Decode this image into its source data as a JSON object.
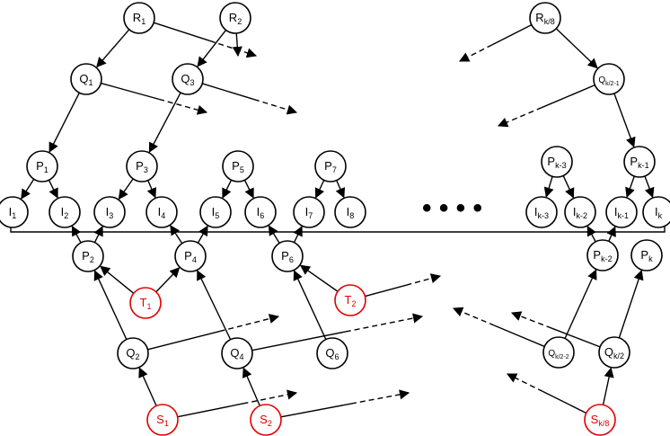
{
  "colors": {
    "stroke": "#000000",
    "accent": "#e00000",
    "background": "#ffffff"
  },
  "ellipsis": "• • • •",
  "nodes": {
    "R1": {
      "base": "R",
      "sub": "1"
    },
    "R2": {
      "base": "R",
      "sub": "2"
    },
    "Rk8": {
      "base": "R",
      "sub": "k/8"
    },
    "Q1": {
      "base": "Q",
      "sub": "1"
    },
    "Q3": {
      "base": "Q",
      "sub": "3"
    },
    "Qk21": {
      "base": "Q",
      "sub": "k/2-1"
    },
    "P1": {
      "base": "P",
      "sub": "1"
    },
    "P3": {
      "base": "P",
      "sub": "3"
    },
    "P5": {
      "base": "P",
      "sub": "5"
    },
    "P7": {
      "base": "P",
      "sub": "7"
    },
    "Pk3": {
      "base": "P",
      "sub": "k-3"
    },
    "Pk1": {
      "base": "P",
      "sub": "k-1"
    },
    "I1": {
      "base": "I",
      "sub": "1"
    },
    "I2": {
      "base": "I",
      "sub": "2"
    },
    "I3": {
      "base": "I",
      "sub": "3"
    },
    "I4": {
      "base": "I",
      "sub": "4"
    },
    "I5": {
      "base": "I",
      "sub": "5"
    },
    "I6": {
      "base": "I",
      "sub": "6"
    },
    "I7": {
      "base": "I",
      "sub": "7"
    },
    "I8": {
      "base": "I",
      "sub": "8"
    },
    "Ik3": {
      "base": "I",
      "sub": "k-3"
    },
    "Ik2": {
      "base": "I",
      "sub": "k-2"
    },
    "Ik1": {
      "base": "I",
      "sub": "k-1"
    },
    "Ik": {
      "base": "I",
      "sub": "k"
    },
    "P2": {
      "base": "P",
      "sub": "2"
    },
    "P4": {
      "base": "P",
      "sub": "4"
    },
    "P6": {
      "base": "P",
      "sub": "6"
    },
    "Pk2": {
      "base": "P",
      "sub": "k-2"
    },
    "Pk": {
      "base": "P",
      "sub": "k"
    },
    "T1": {
      "base": "T",
      "sub": "1",
      "red": true
    },
    "T2": {
      "base": "T",
      "sub": "2",
      "red": true
    },
    "Q2": {
      "base": "Q",
      "sub": "2"
    },
    "Q4": {
      "base": "Q",
      "sub": "4"
    },
    "Q6": {
      "base": "Q",
      "sub": "6"
    },
    "Qk22": {
      "base": "Q",
      "sub": "k/2-2"
    },
    "Qk2": {
      "base": "Q",
      "sub": "k/2"
    },
    "S1": {
      "base": "S",
      "sub": "1",
      "red": true
    },
    "S2": {
      "base": "S",
      "sub": "2",
      "red": true
    },
    "Sk8": {
      "base": "S",
      "sub": "k/8",
      "red": true
    }
  },
  "edges": [
    [
      "R1",
      "Q1"
    ],
    [
      "R2",
      "Q3"
    ],
    [
      "Rk8",
      "Qk21"
    ],
    [
      "Q1",
      "P1"
    ],
    [
      "Q3",
      "P3"
    ],
    [
      "Qk21",
      "Pk1"
    ],
    [
      "P1",
      "I1"
    ],
    [
      "P1",
      "I2"
    ],
    [
      "P3",
      "I3"
    ],
    [
      "P3",
      "I4"
    ],
    [
      "P5",
      "I5"
    ],
    [
      "P5",
      "I6"
    ],
    [
      "P7",
      "I7"
    ],
    [
      "P7",
      "I8"
    ],
    [
      "Pk3",
      "Ik3"
    ],
    [
      "Pk3",
      "Ik2"
    ],
    [
      "Pk1",
      "Ik1"
    ],
    [
      "Pk1",
      "Ik"
    ],
    [
      "P2",
      "I2"
    ],
    [
      "P2",
      "I3"
    ],
    [
      "P4",
      "I4"
    ],
    [
      "P4",
      "I5"
    ],
    [
      "P6",
      "I6"
    ],
    [
      "P6",
      "I7"
    ],
    [
      "Pk2",
      "Ik2"
    ],
    [
      "Pk2",
      "Ik1"
    ],
    [
      "T1",
      "P2"
    ],
    [
      "T1",
      "P4"
    ],
    [
      "T2",
      "P6"
    ],
    [
      "Q2",
      "P2"
    ],
    [
      "Q4",
      "P4"
    ],
    [
      "Q6",
      "P6"
    ],
    [
      "Qk22",
      "Pk2"
    ],
    [
      "Qk2",
      "Pk"
    ],
    [
      "S1",
      "Q2"
    ],
    [
      "S2",
      "Q4"
    ],
    [
      "Sk8",
      "Qk2"
    ]
  ],
  "dangling_edges": [
    {
      "from": "R1",
      "dir": "out"
    },
    {
      "from": "R2",
      "dir": "out"
    },
    {
      "from": "Q1",
      "dir": "out"
    },
    {
      "from": "Q3",
      "dir": "out"
    },
    {
      "from": "Rk8",
      "dir": "out"
    },
    {
      "from": "Qk21",
      "dir": "out"
    },
    {
      "from": "Q2",
      "dir": "out"
    },
    {
      "from": "Q4",
      "dir": "out"
    },
    {
      "from": "T2",
      "dir": "out"
    },
    {
      "from": "Qk22",
      "dir": "out"
    },
    {
      "from": "Qk2",
      "dir": "out"
    },
    {
      "from": "S1",
      "dir": "out"
    },
    {
      "from": "S2",
      "dir": "out"
    },
    {
      "from": "Sk8",
      "dir": "out"
    }
  ]
}
